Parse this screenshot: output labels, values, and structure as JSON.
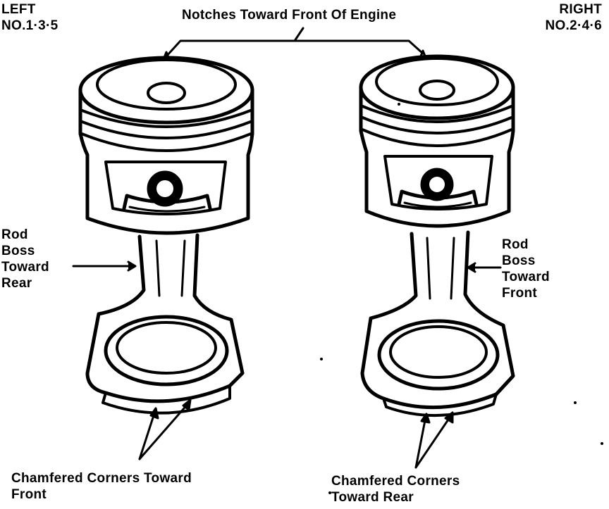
{
  "labels": {
    "left_side": [
      "LEFT",
      "NO.1·3·5"
    ],
    "right_side": [
      "RIGHT",
      "NO.2·4·6"
    ],
    "notches": "Notches Toward Front Of Engine",
    "left_rod_boss": [
      "Rod",
      "Boss",
      "Toward",
      "Rear"
    ],
    "right_rod_boss": [
      "Rod",
      "Boss",
      "Toward",
      "Front"
    ],
    "left_chamfer": [
      "Chamfered Corners Toward",
      "Front"
    ],
    "right_chamfer": [
      "Chamfered Corners",
      "Toward Rear"
    ]
  },
  "colors": {
    "ink": "#000000",
    "paper": "#ffffff"
  }
}
